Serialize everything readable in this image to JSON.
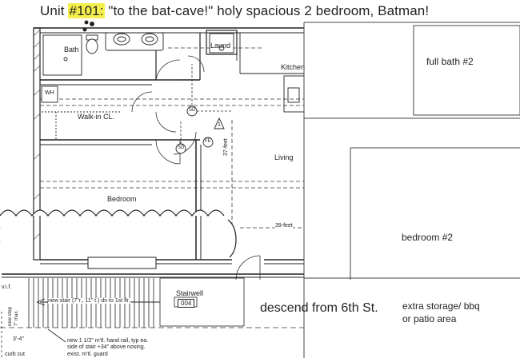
{
  "title": {
    "unit_prefix": "Unit",
    "unit_number": "#101:",
    "rest": "\"to the bat-cave!\"  holy spacious 2 bedroom, Batman!"
  },
  "rooms": {
    "bath": "Bath",
    "laund": "Laund",
    "kitchen": "Kitchen",
    "wh": "WH",
    "walk_in": "Walk-in CL.",
    "living": "Living",
    "bedroom": "Bedroom",
    "stairwell": "Stairwell",
    "stairwell_number": "004"
  },
  "tags": {
    "sd1": "SD",
    "sd2": "SD",
    "fe": "FE",
    "triangle": "1"
  },
  "dimensions": {
    "vertical": "37-feet",
    "horizontal": "39-feet"
  },
  "notes": {
    "new_stair": "new stair (7\"r., 11\" t.) dn to 1st flr.",
    "handrail_1": "new 1 1/2\" m'tl. hand rail, typ ea.",
    "handrail_2": "side of stair +34\" above nosing.",
    "exist_guard": "exist. m'tl. guard",
    "vif": "v.i.f.",
    "new_step": "new step",
    "max_7": "7\" max.",
    "dim_3_4": "3'-4\"",
    "curb_cut": "curb cut"
  },
  "annotations": {
    "full_bath_2": "full bath #2",
    "bedroom_2": "bedroom #2",
    "descend": "descend from 6th St.",
    "storage_1": "extra storage/ bbq",
    "storage_2": "or patio area"
  }
}
